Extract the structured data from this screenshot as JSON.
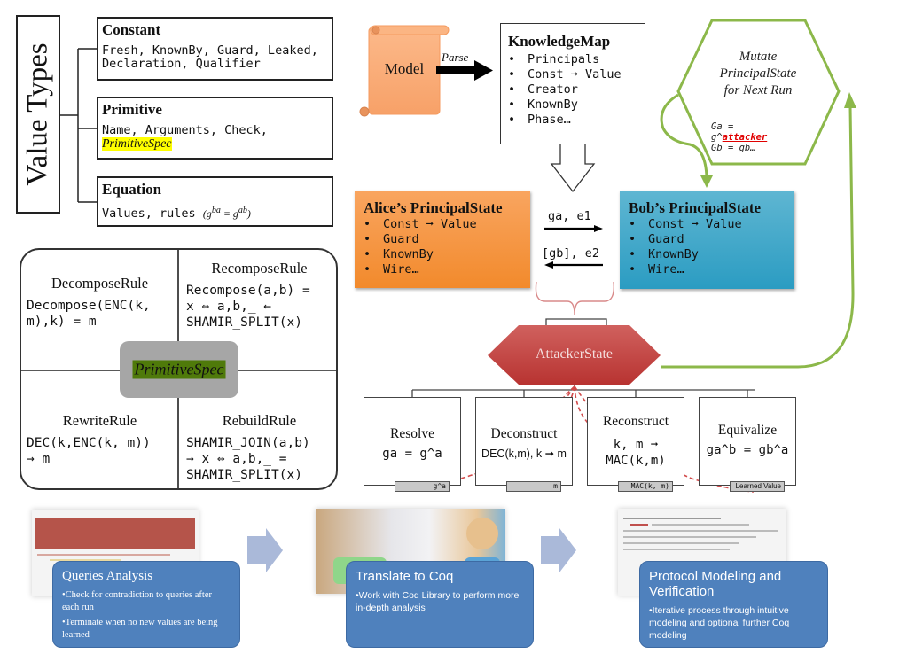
{
  "value_types": {
    "label": "Value Types",
    "types": [
      {
        "title": "Constant",
        "desc_lines": [
          "Fresh, KnownBy, Guard, Leaked,",
          "Declaration, Qualifier"
        ]
      },
      {
        "title": "Primitive",
        "desc_lines": [
          "Name, Arguments, Check,"
        ],
        "highlight": "PrimitiveSpec"
      },
      {
        "title": "Equation",
        "desc": "Values, rules",
        "math": "(g^ba = g^ab)"
      }
    ]
  },
  "rules": {
    "center": "PrimitiveSpec",
    "quadrants": [
      {
        "title": "DecomposeRule",
        "code_lines": [
          "Decompose(ENC(k,",
          "m),k) = m"
        ]
      },
      {
        "title": "RecomposeRule",
        "code_lines": [
          "Recompose(a,b) =",
          "x ⇔ a,b,_ ←",
          "SHAMIR_SPLIT(x)"
        ]
      },
      {
        "title": "RewriteRule",
        "code_lines": [
          "DEC(k,ENC(k, m))",
          "→ m"
        ]
      },
      {
        "title": "RebuildRule",
        "code_lines": [
          "SHAMIR_JOIN(a,b)",
          "→ x ⇔ a,b,_ =",
          "SHAMIR_SPLIT(x)"
        ]
      }
    ]
  },
  "model": {
    "label": "Model",
    "arrow_label": "Parse",
    "color": "#f9a36b"
  },
  "knowledge_map": {
    "title": "KnowledgeMap",
    "items": [
      "Principals",
      "Const ➞ Value",
      "Creator",
      "KnownBy",
      "Phase…"
    ]
  },
  "mutate": {
    "title_lines": [
      "Mutate",
      "PrincipalState",
      "for Next Run"
    ],
    "code": {
      "line1": "Ga =",
      "line2_prefix": "g^",
      "line2_red": "attacker",
      "line3": "Gb = gb…"
    },
    "color": "#8cb84a"
  },
  "alice": {
    "title": "Alice’s PrincipalState",
    "items": [
      "Const ➞ Value",
      "Guard",
      "KnownBy",
      "Wire…"
    ],
    "color": "#f28a2c"
  },
  "bob": {
    "title": "Bob’s PrincipalState",
    "items": [
      "Const ➞ Value",
      "Guard",
      "KnownBy",
      "Wire…"
    ],
    "color": "#2b9cc2"
  },
  "messages": [
    {
      "label": "ga, e1",
      "direction": "right"
    },
    {
      "label": "[gb], e2",
      "direction": "left"
    }
  ],
  "attacker_state": {
    "label": "AttackerState",
    "color": "#c0403f"
  },
  "actions": [
    {
      "title": "Resolve",
      "code_lines": [
        "ga = g^a"
      ],
      "tag": "g^a"
    },
    {
      "title": "Deconstruct",
      "code_lines": [
        "DEC(k,m), k ➞ m"
      ],
      "tag": "m"
    },
    {
      "title": "Reconstruct",
      "code_lines": [
        "k, m ➞",
        "MAC(k,m)"
      ],
      "tag": "MAC(k, m)"
    },
    {
      "title": "Equivalize",
      "code_lines": [
        "ga^b = gb^a"
      ],
      "tag": "Learned Value"
    }
  ],
  "pipeline": [
    {
      "title": "Queries Analysis",
      "bullets": [
        "•Check for contradiction to queries after each run",
        "•Terminate when no new values are being learned"
      ]
    },
    {
      "title": "Translate to Coq",
      "bullets": [
        "•Work with Coq Library to perform more in-depth analysis"
      ]
    },
    {
      "title": "Protocol Modeling and Verification",
      "bullets": [
        "•Iterative process through intuitive modeling and optional further Coq modeling"
      ]
    }
  ]
}
